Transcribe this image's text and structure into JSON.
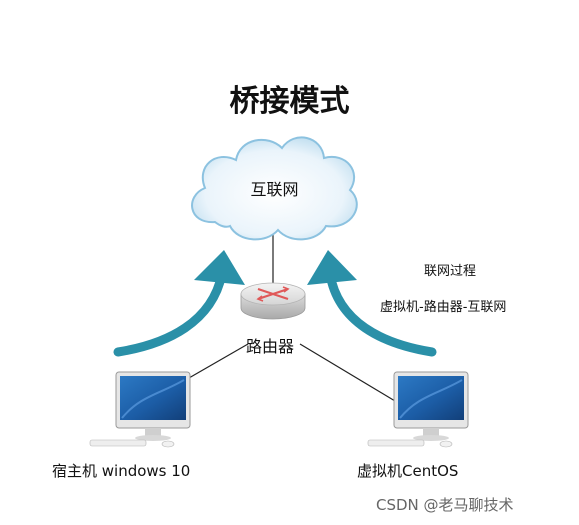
{
  "title": "桥接模式",
  "cloud": {
    "label": "互联网"
  },
  "router": {
    "label": "路由器"
  },
  "notes": {
    "heading": "联网过程",
    "path": "虚拟机-路由器-互联网"
  },
  "host": {
    "label": "宿主机 windows 10"
  },
  "vm": {
    "label": "虚拟机CentOS"
  },
  "watermark": "CSDN @老马聊技术",
  "colors": {
    "arrow": "#2a90a8",
    "screen": "#1f5fa8",
    "line": "#222222"
  }
}
